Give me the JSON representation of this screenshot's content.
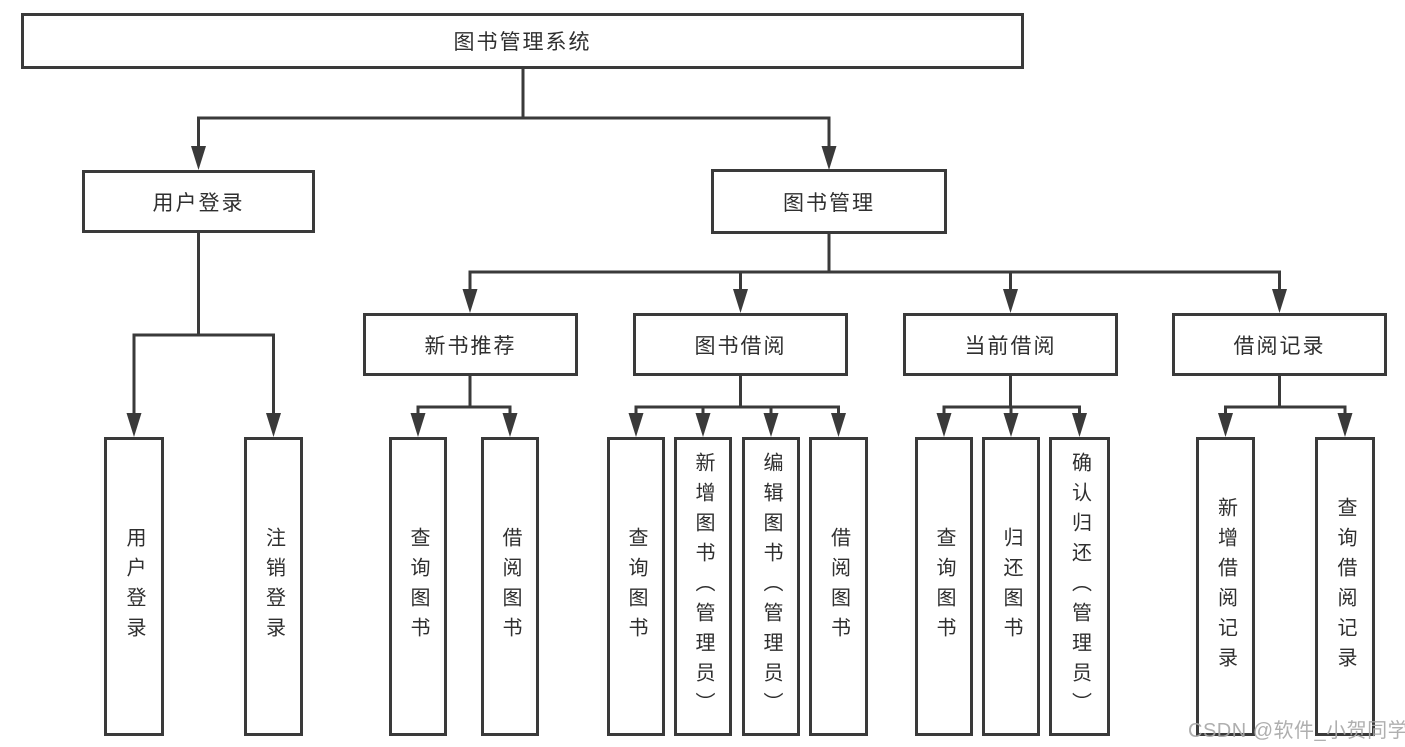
{
  "diagram": {
    "root_label": "图书管理系统",
    "level2": {
      "user_login": "用户登录",
      "book_mgmt": "图书管理"
    },
    "level3": {
      "new_book": "新书推荐",
      "book_borrow": "图书借阅",
      "current_borrow": "当前借阅",
      "borrow_record": "借阅记录"
    },
    "leaves": {
      "user_login": [
        "用户登录",
        "注销登录"
      ],
      "new_book": [
        "查询图书",
        "借阅图书"
      ],
      "book_borrow": [
        "查询图书",
        "新增图书（管理员）",
        "编辑图书（管理员）",
        "借阅图书"
      ],
      "current_borrow": [
        "查询图书",
        "归还图书",
        "确认归还（管理员）"
      ],
      "borrow_record": [
        "新增借阅记录",
        "查询借阅记录"
      ]
    }
  },
  "watermark": "CSDN @软件_小贺同学",
  "colors": {
    "line": "#3a3a3a",
    "text": "#2f2f2f",
    "watermark": "#a8a8a8",
    "background": "#ffffff"
  }
}
